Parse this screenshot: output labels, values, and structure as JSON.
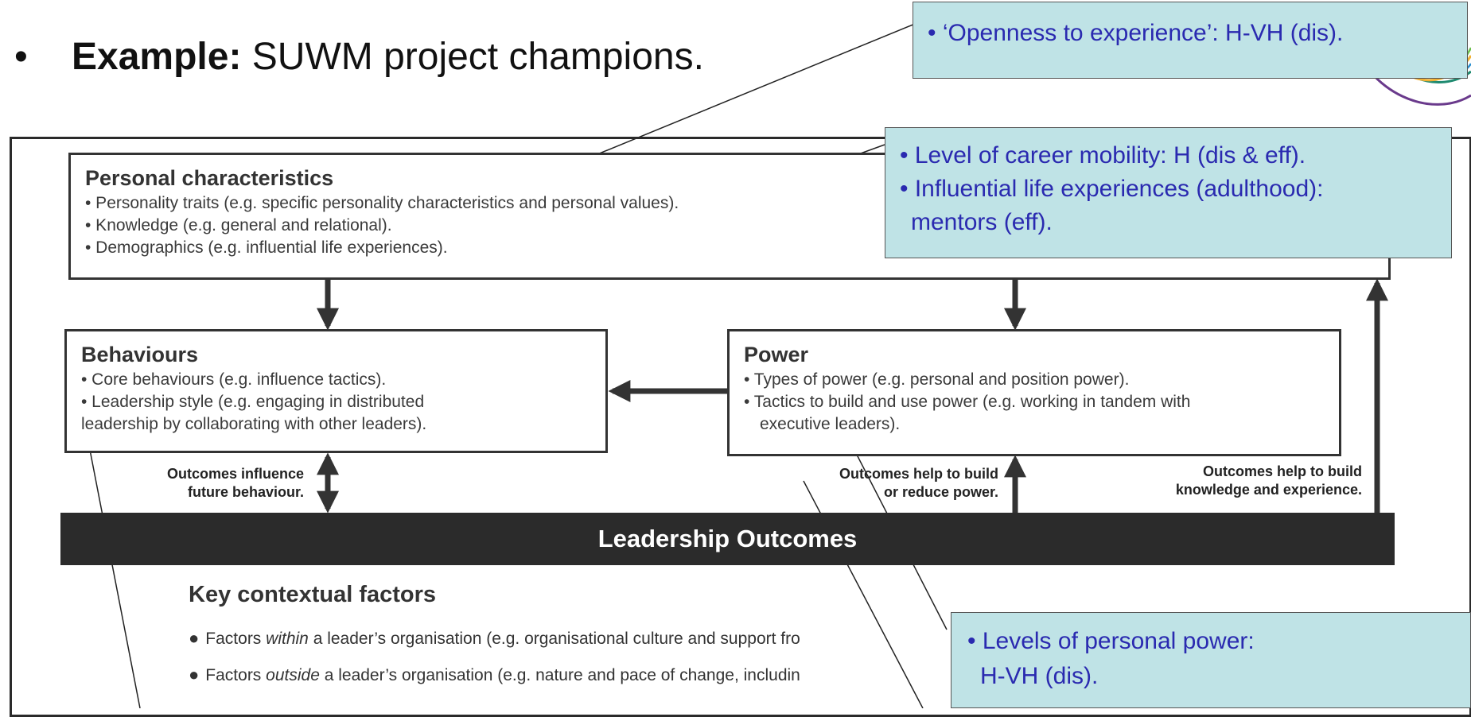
{
  "slide": {
    "bullet": "•",
    "example_label": "Example:",
    "example_text": "SUWM project champions."
  },
  "personal": {
    "title": "Personal characteristics",
    "items": [
      "• Personality traits (e.g. specific personality characteristics and personal values).",
      "• Knowledge (e.g. general and relational).",
      "• Demographics (e.g. influential life experiences)."
    ]
  },
  "behaviours": {
    "title": "Behaviours",
    "items": [
      "• Core behaviours (e.g. influence tactics).",
      "• Leadership style (e.g. engaging in distributed",
      "leadership by collaborating with other leaders)."
    ]
  },
  "power": {
    "title": "Power",
    "items": [
      "• Types of power (e.g. personal and position power).",
      "• Tactics to build and use power (e.g. working in tandem with",
      "executive leaders)."
    ]
  },
  "feedback": {
    "behaviour": [
      "Outcomes influence",
      "future behaviour."
    ],
    "power": [
      "Outcomes help to build",
      "or reduce power."
    ],
    "knowledge": [
      "Outcomes help to build",
      "knowledge and experience."
    ]
  },
  "outcomes": {
    "label": "Leadership Outcomes"
  },
  "context": {
    "title": "Key contextual factors",
    "item1": {
      "pre": "Factors ",
      "em": "within",
      "post": " a leader’s organisation (e.g. organisational culture and support fro"
    },
    "item2": {
      "pre": "Factors ",
      "em": "outside",
      "post": " a leader’s organisation (e.g. nature and pace of change, includin"
    }
  },
  "callouts": {
    "openness": "• ‘Openness to experience’: H-VH (dis).",
    "career": [
      "• Level of career mobility: H (dis & eff).",
      "• Influential life experiences (adulthood):",
      "mentors (eff)."
    ],
    "personal_power": [
      "• Levels of personal power:",
      "H-VH (dis)."
    ]
  },
  "colors": {
    "callout_bg": "#bfe3e6",
    "callout_text": "#2a2ab0",
    "outcomes_bar": "#2b2b2b"
  }
}
